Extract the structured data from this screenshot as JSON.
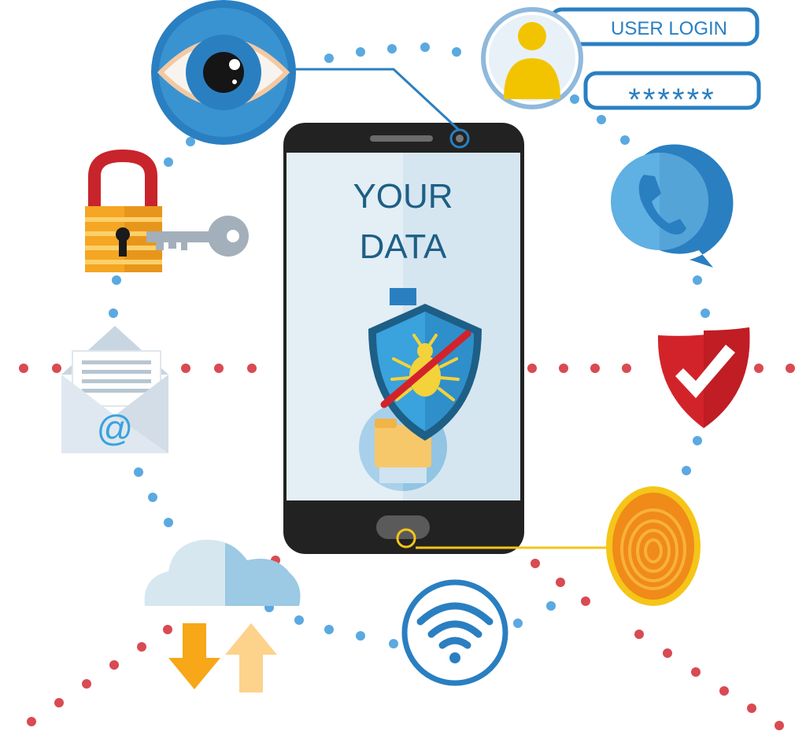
{
  "phone_screen": {
    "line1": "YOUR",
    "line2": "DATA"
  },
  "login": {
    "title": "USER LOGIN",
    "password_mask": "******"
  },
  "email": {
    "symbol": "@"
  },
  "colors": {
    "accent_blue": "#2a7fc1",
    "dot_blue": "#5aa9e0",
    "dot_red": "#d94a52",
    "text_teal": "#1d5f86",
    "phone_body": "#222222",
    "screen_bg": "#e3eef5",
    "fingerprint_orange": "#f08a18",
    "lock_yellow": "#f5a623",
    "shield_red": "#d3232a",
    "arrow_orange": "#f7a718",
    "arrow_light": "#fdd28a"
  },
  "icons": [
    "eye-icon",
    "user-login-icon",
    "lock-key-icon",
    "phone-call-icon",
    "email-envelope-icon",
    "check-shield-icon",
    "cloud-sync-icon",
    "wifi-icon",
    "fingerprint-icon",
    "antivirus-shield-icon"
  ]
}
